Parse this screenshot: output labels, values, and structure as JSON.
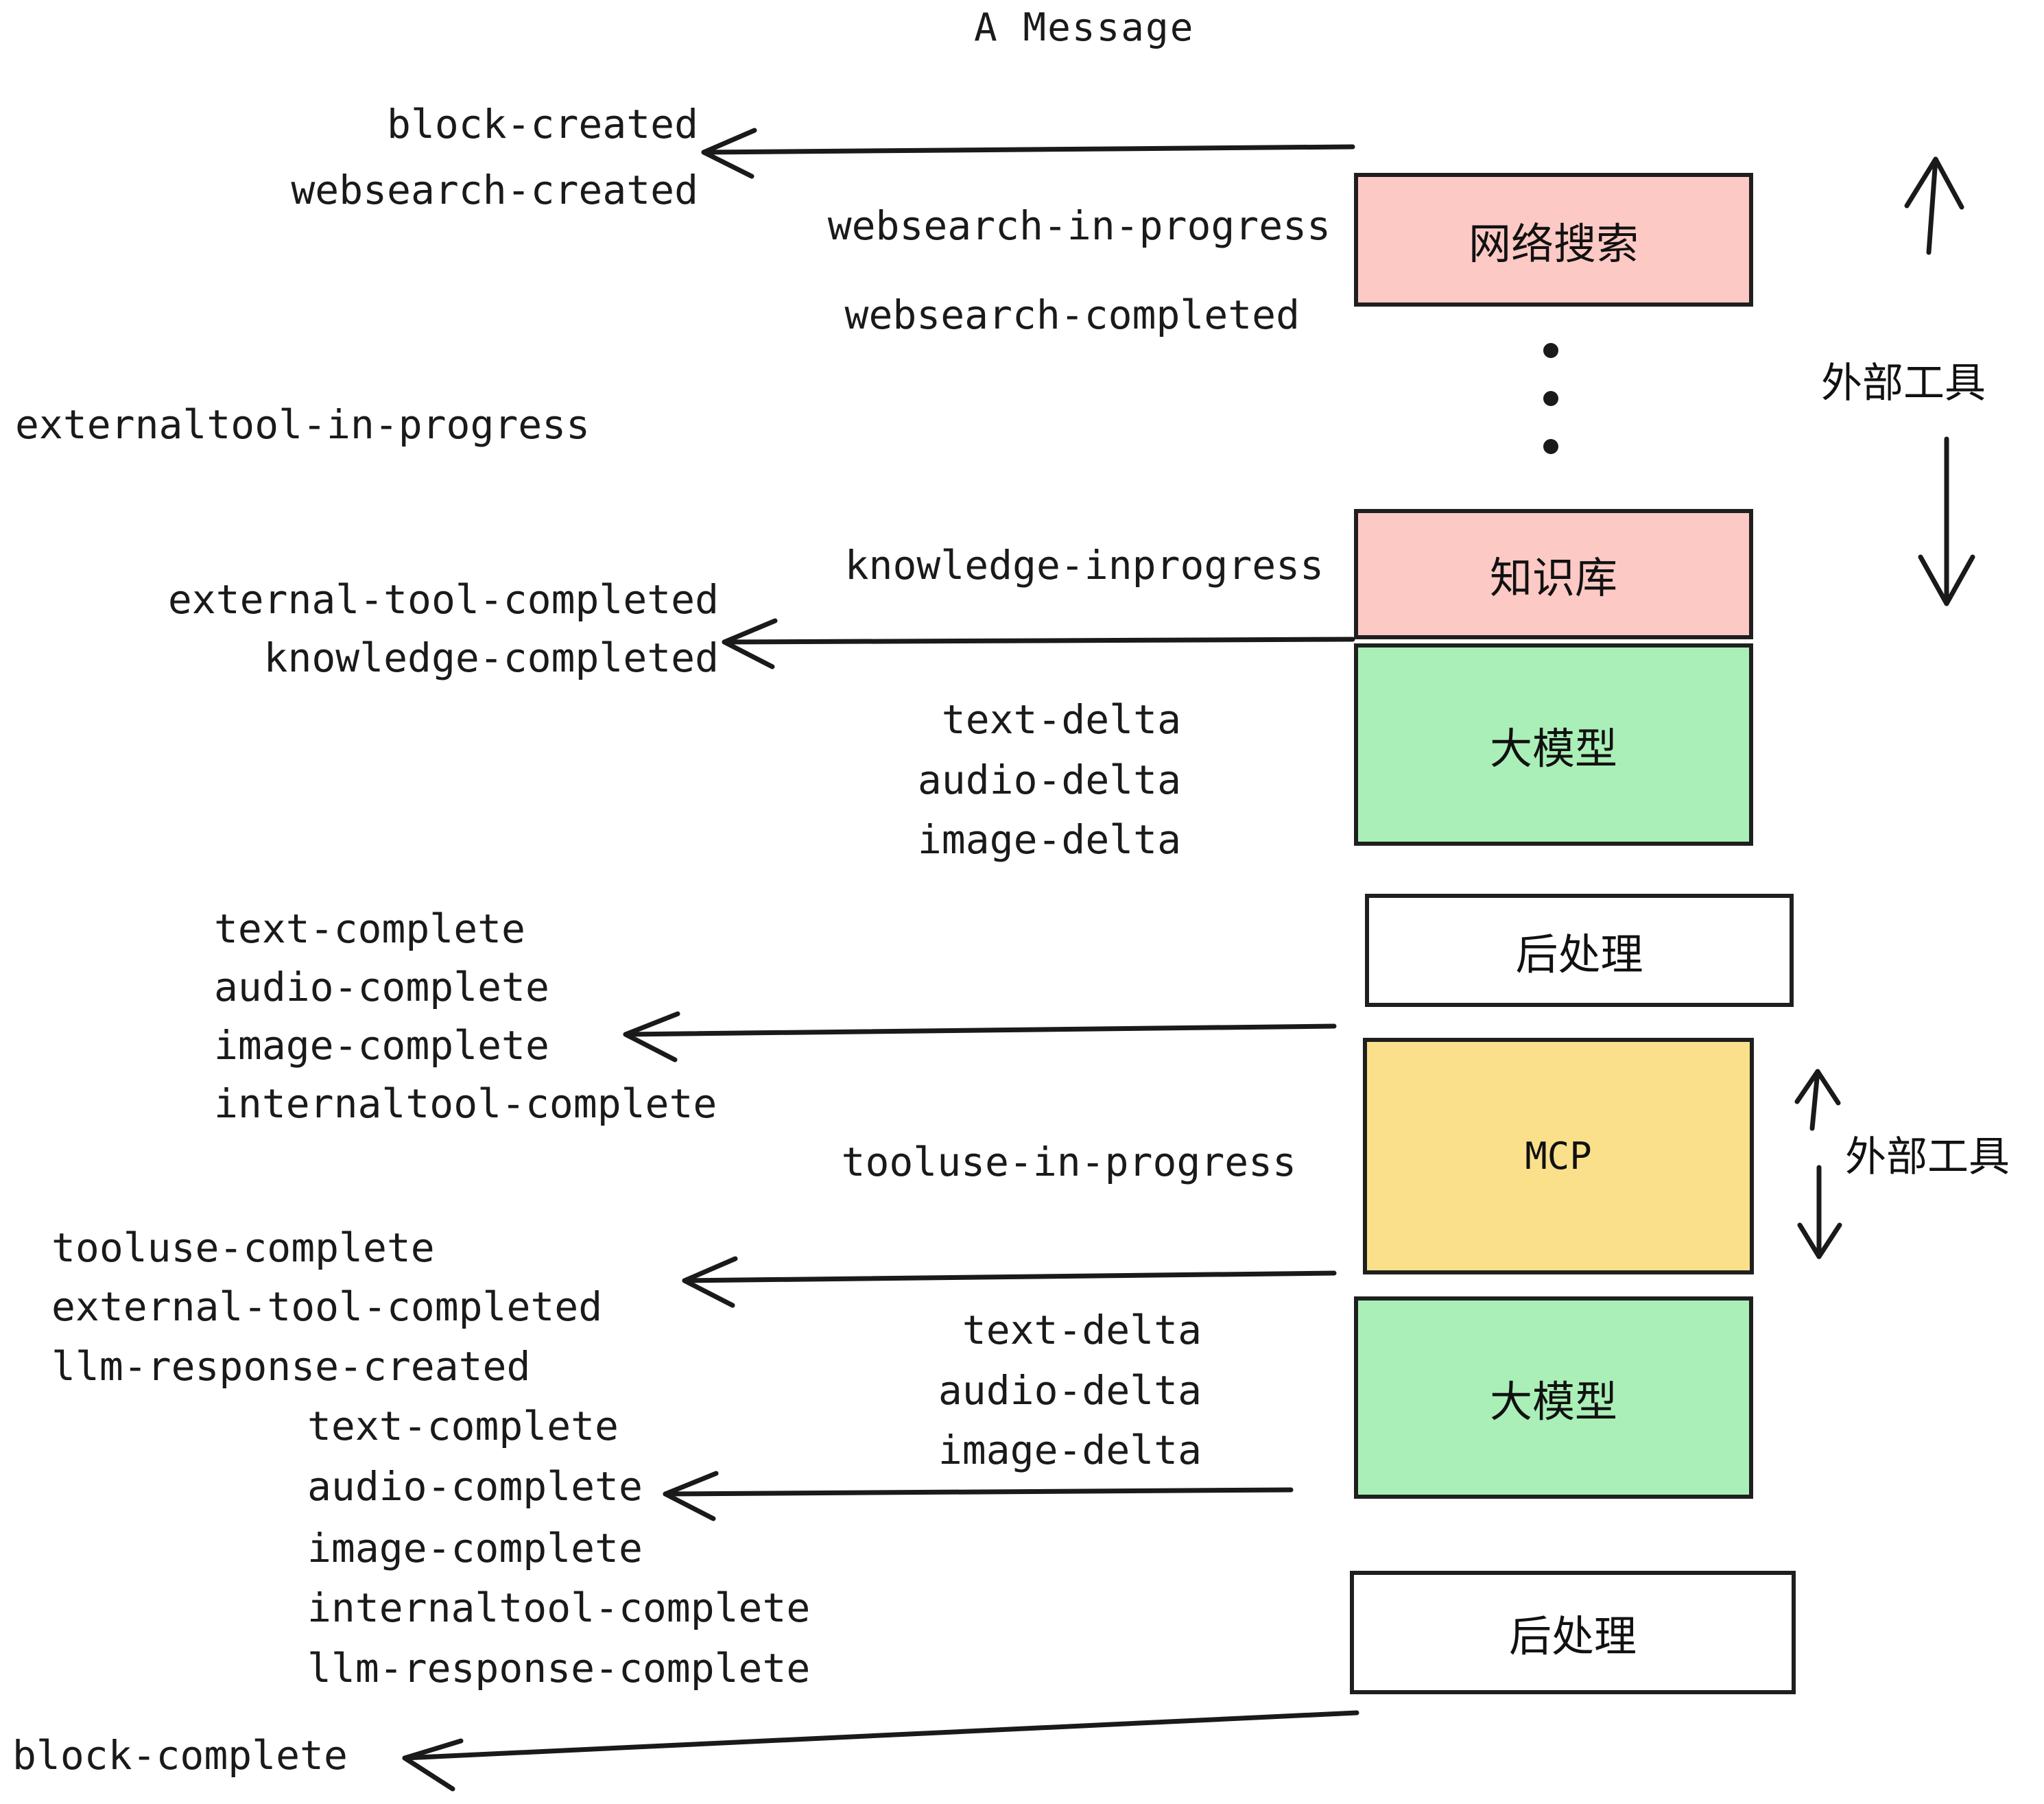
{
  "title": "A Message",
  "colors": {
    "external_tool_fill": "#fcc9c5",
    "llm_fill": "#aaefb7",
    "mcp_fill": "#fae08a",
    "postprocess_fill": "#ffffff",
    "stroke": "#1f1f1f",
    "text": "#1a1a1a"
  },
  "boxes": [
    {
      "id": "websearch",
      "label": "网络搜索",
      "fill_key": "external_tool_fill"
    },
    {
      "id": "knowledge",
      "label": "知识库",
      "fill_key": "external_tool_fill"
    },
    {
      "id": "llm-top",
      "label": "大模型",
      "fill_key": "llm_fill"
    },
    {
      "id": "postprocess-top",
      "label": "后处理",
      "fill_key": "postprocess_fill"
    },
    {
      "id": "mcp",
      "label": "MCP",
      "fill_key": "mcp_fill"
    },
    {
      "id": "llm-bottom",
      "label": "大模型",
      "fill_key": "llm_fill"
    },
    {
      "id": "postprocess-bottom",
      "label": "后处理",
      "fill_key": "postprocess_fill"
    }
  ],
  "side_annotations": [
    {
      "id": "external-tool-top",
      "label": "外部工具"
    },
    {
      "id": "external-tool-bottom",
      "label": "外部工具"
    }
  ],
  "left_events": [
    {
      "id": "block-created",
      "text": "block-created"
    },
    {
      "id": "websearch-created",
      "text": "websearch-created"
    },
    {
      "id": "externaltool-in-progress",
      "text": "externaltool-in-progress"
    },
    {
      "id": "external-tool-completed-1",
      "text": "external-tool-completed"
    },
    {
      "id": "knowledge-completed",
      "text": "knowledge-completed"
    },
    {
      "id": "text-complete-1",
      "text": "text-complete"
    },
    {
      "id": "audio-complete-1",
      "text": "audio-complete"
    },
    {
      "id": "image-complete-1",
      "text": "image-complete"
    },
    {
      "id": "internaltool-complete-1",
      "text": "internaltool-complete"
    },
    {
      "id": "tooluse-complete",
      "text": "tooluse-complete"
    },
    {
      "id": "external-tool-completed-2",
      "text": "external-tool-completed"
    },
    {
      "id": "llm-response-created",
      "text": "llm-response-created"
    },
    {
      "id": "text-complete-2",
      "text": "text-complete"
    },
    {
      "id": "audio-complete-2",
      "text": "audio-complete"
    },
    {
      "id": "image-complete-2",
      "text": "image-complete"
    },
    {
      "id": "internaltool-complete-2",
      "text": "internaltool-complete"
    },
    {
      "id": "llm-response-complete",
      "text": "llm-response-complete"
    },
    {
      "id": "block-complete",
      "text": "block-complete"
    }
  ],
  "mid_events": [
    {
      "id": "websearch-in-progress",
      "text": "websearch-in-progress"
    },
    {
      "id": "websearch-completed",
      "text": "websearch-completed"
    },
    {
      "id": "knowledge-inprogress",
      "text": "knowledge-inprogress"
    },
    {
      "id": "text-delta-1",
      "text": "text-delta"
    },
    {
      "id": "audio-delta-1",
      "text": "audio-delta"
    },
    {
      "id": "image-delta-1",
      "text": "image-delta"
    },
    {
      "id": "tooluse-in-progress",
      "text": "tooluse-in-progress"
    },
    {
      "id": "text-delta-2",
      "text": "text-delta"
    },
    {
      "id": "audio-delta-2",
      "text": "audio-delta"
    },
    {
      "id": "image-delta-2",
      "text": "image-delta"
    }
  ]
}
